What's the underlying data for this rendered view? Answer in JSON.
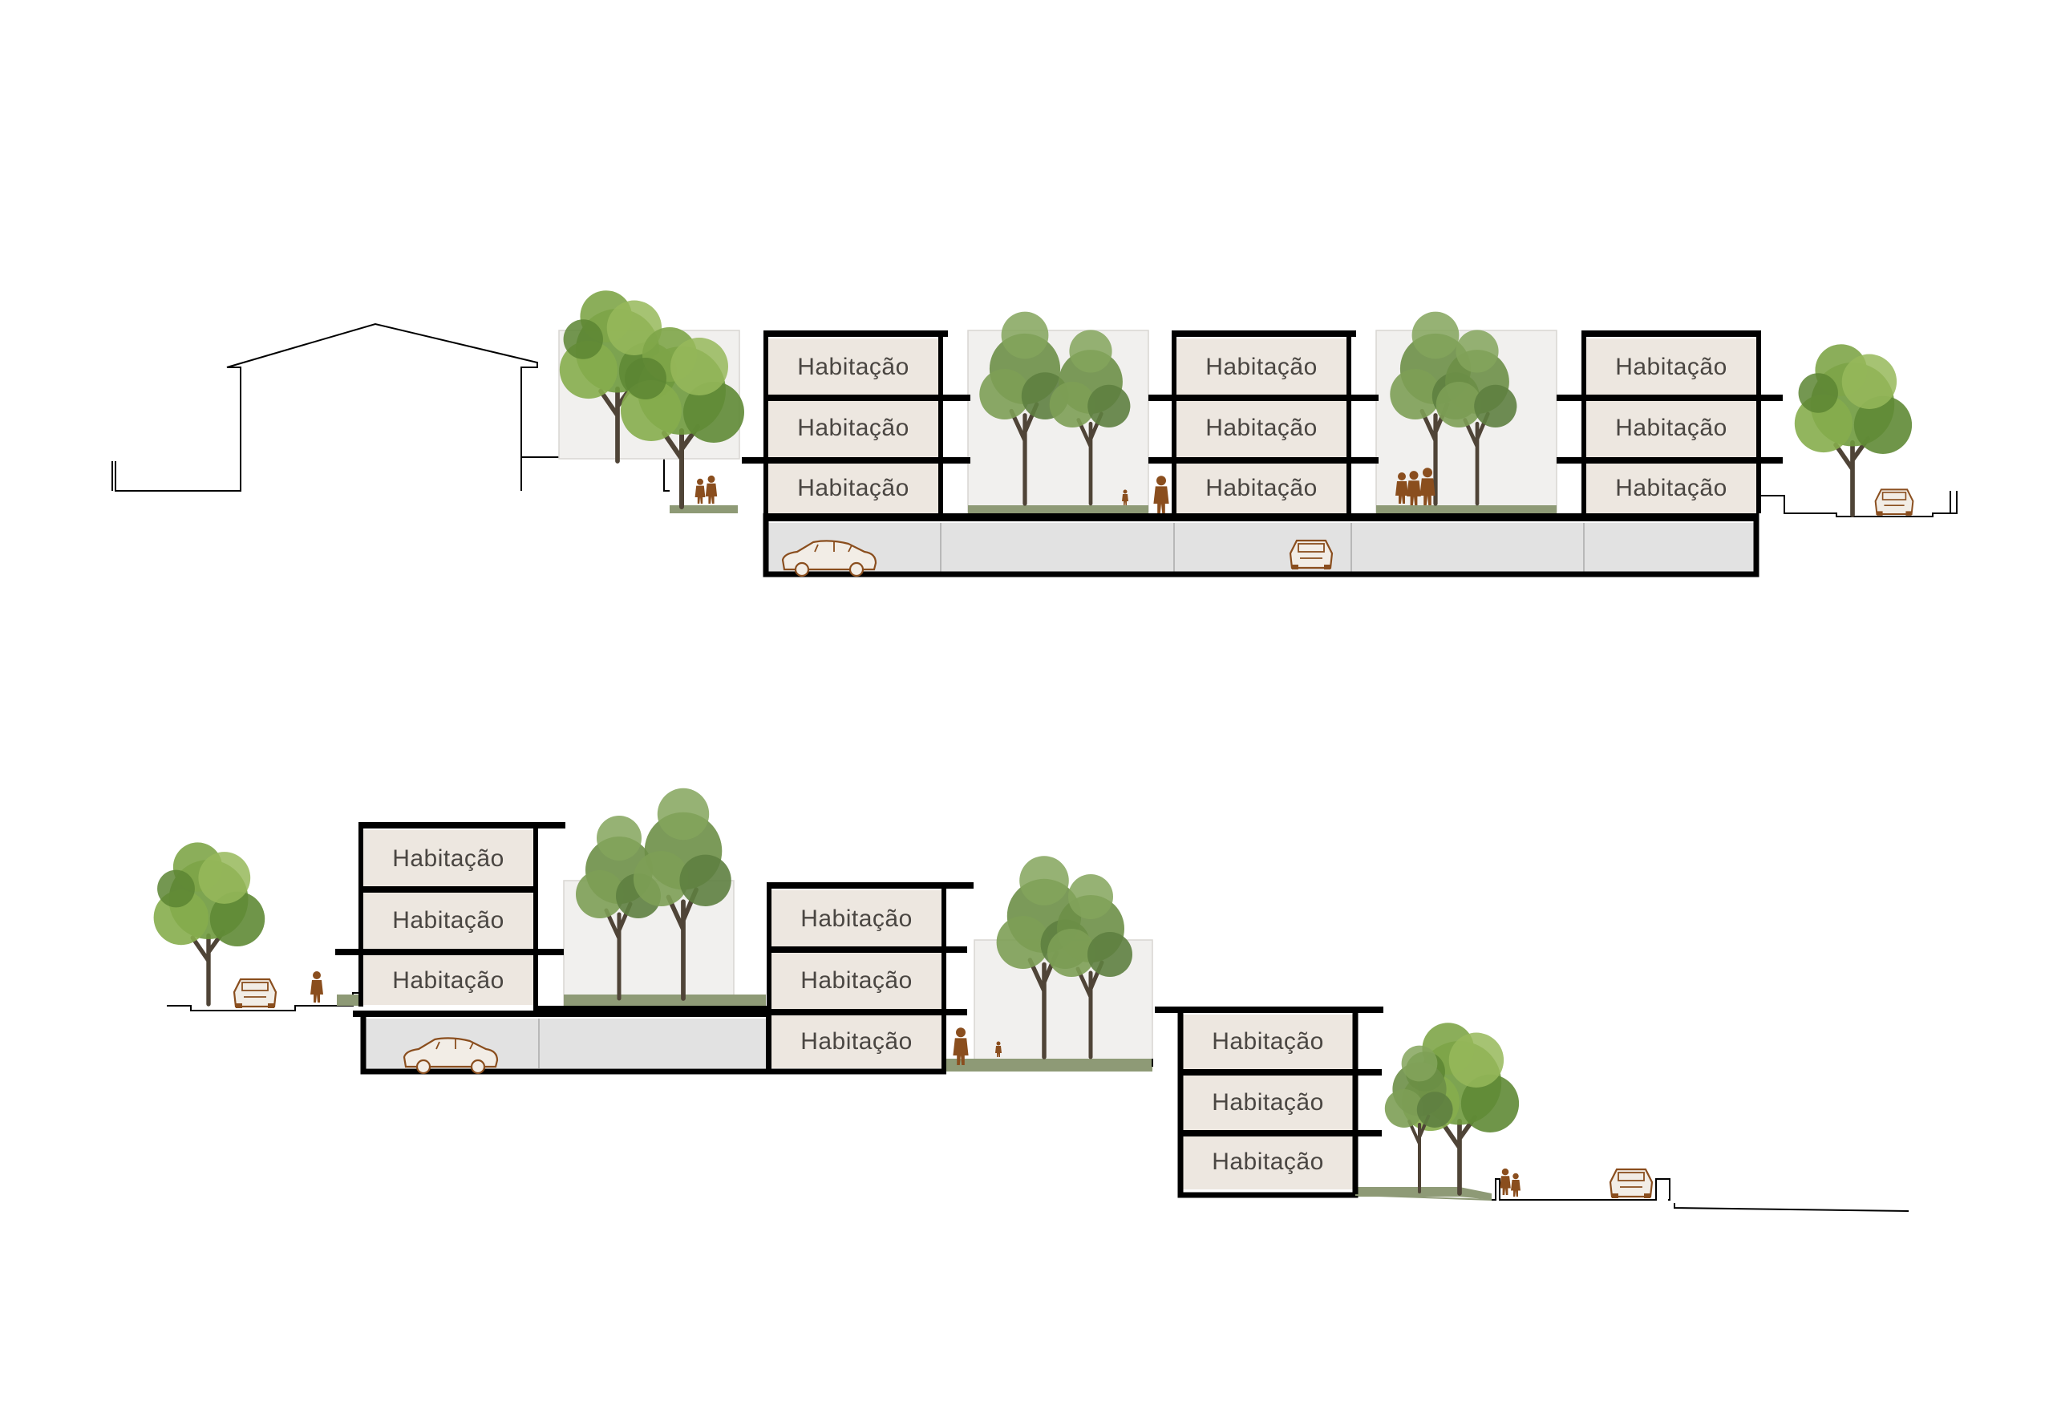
{
  "sections": [
    {
      "id": "section-top",
      "blocks": [
        {
          "id": "top-block-1",
          "rooms": [
            "Habitação",
            "Habitação",
            "Habitação"
          ]
        },
        {
          "id": "top-block-2",
          "rooms": [
            "Habitação",
            "Habitação",
            "Habitação"
          ]
        },
        {
          "id": "top-block-3",
          "rooms": [
            "Habitação",
            "Habitação",
            "Habitação"
          ]
        }
      ]
    },
    {
      "id": "section-bottom",
      "blocks": [
        {
          "id": "bottom-block-1",
          "rooms": [
            "Habitação",
            "Habitação",
            "Habitação"
          ]
        },
        {
          "id": "bottom-block-2",
          "rooms": [
            "Habitação",
            "Habitação",
            "Habitação"
          ]
        },
        {
          "id": "bottom-block-3",
          "rooms": [
            "Habitação",
            "Habitação",
            "Habitação"
          ]
        }
      ]
    }
  ],
  "colors": {
    "room_fill": "#ede7e0",
    "courtyard": "#f1f0ee",
    "garage": "#e2e2e2",
    "grass": "#8e9a76",
    "figures": "#8a4e1e",
    "foliage": "#6f9a3e",
    "structure": "#000000"
  }
}
